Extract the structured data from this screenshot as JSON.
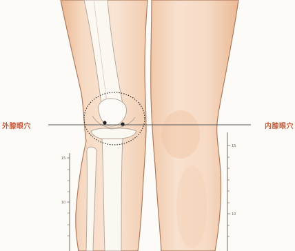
{
  "labels": {
    "left_point": "外膝眼穴",
    "right_point": "内膝眼穴"
  },
  "scales": {
    "left": {
      "ticks": [
        "15",
        "10"
      ]
    },
    "right": {
      "ticks": [
        "15",
        "10"
      ]
    }
  },
  "colors": {
    "skin_light": "#f8e2d0",
    "skin_mid": "#f0c9a9",
    "skin_shadow": "#e7b590",
    "outline": "#b07b5c",
    "bone": "#fbf7f1",
    "bone_outline": "#b8a89a",
    "label_red": "#c45a3a",
    "line": "#555555"
  },
  "icons": {
    "acupoint_marker": "dot",
    "joint_circle": "dotted-ellipse"
  }
}
